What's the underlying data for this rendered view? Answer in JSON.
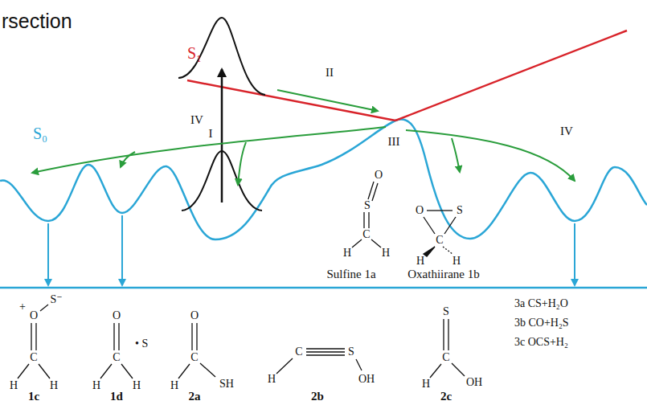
{
  "diagram": {
    "labels": [
      "rsection",
      "S₁",
      "S₀",
      "I",
      "II",
      "III",
      "IV",
      "IV",
      "Sulfine 1a",
      "Oxathiirane 1b",
      "O",
      "S",
      "C",
      "H",
      "H",
      "O",
      "S",
      "C",
      "H",
      "H",
      "+",
      "O",
      "S⁻",
      "C",
      "H",
      "H",
      "1c",
      "O",
      "• S",
      "C",
      "H",
      "H",
      "1d",
      "O",
      "C",
      "H",
      "SH",
      "2a",
      "H",
      "C",
      "S",
      "OH",
      "2b",
      "S",
      "C",
      "H",
      "OH",
      "2c",
      "3a CS+H₂O",
      "3b CO+H₂S",
      "3c OCS+H₂"
    ]
  }
}
